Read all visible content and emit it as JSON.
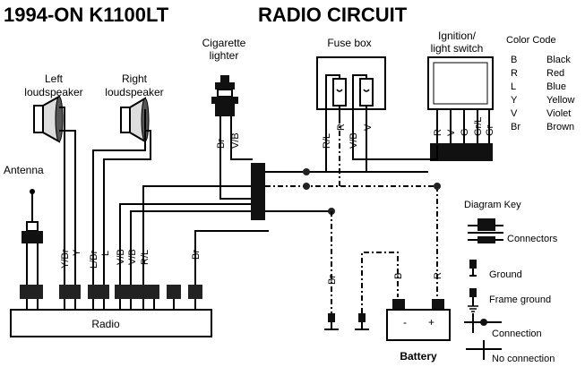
{
  "title": {
    "model": "1994-ON K1100LT",
    "circuit": "RADIO CIRCUIT"
  },
  "labels": {
    "left_speaker": [
      "Left",
      "loudspeaker"
    ],
    "right_speaker": [
      "Right",
      "loudspeaker"
    ],
    "cig_lighter": [
      "Cigarette",
      "lighter"
    ],
    "fuse_box": "Fuse box",
    "ignition": [
      "Ignition/",
      "light switch"
    ],
    "antenna": "Antenna",
    "radio": "Radio",
    "battery": "Battery",
    "battery_neg": "-",
    "battery_pos": "+"
  },
  "wire_labels": {
    "radio": [
      "Y/Br",
      "Y",
      "L/Br",
      "L",
      "V/B",
      "V/B",
      "R/L",
      "Br"
    ],
    "lighter": [
      "Br",
      "V/B"
    ],
    "fuse": [
      "R/L",
      "R",
      "V/B",
      "V"
    ],
    "ignition": [
      "R",
      "V",
      "G",
      "Gr/L",
      "Gr"
    ],
    "ground_left": "Br",
    "battery": [
      "B",
      "R"
    ]
  },
  "color_code": {
    "title": "Color Code",
    "items": [
      {
        "code": "B",
        "name": "Black"
      },
      {
        "code": "R",
        "name": "Red"
      },
      {
        "code": "L",
        "name": "Blue"
      },
      {
        "code": "Y",
        "name": "Yellow"
      },
      {
        "code": "V",
        "name": "Violet"
      },
      {
        "code": "Br",
        "name": "Brown"
      }
    ]
  },
  "diagram_key": {
    "title": "Diagram Key",
    "items": [
      "Connectors",
      "Ground",
      "Frame ground",
      "Connection",
      "No connection"
    ]
  }
}
